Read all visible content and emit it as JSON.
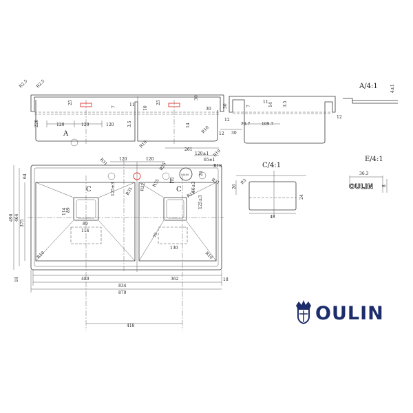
{
  "front_view": {
    "dims": {
      "r25a": "R2.5",
      "r25b": "R2.5",
      "d25a": "25",
      "d25b": "25",
      "d30": "30",
      "d7": "7",
      "d11": "11",
      "d10": "10",
      "h220": "220",
      "s120a": "120",
      "s120b": "120",
      "s120c": "120",
      "d35": "3.5",
      "d14": "14",
      "r10a": "R10",
      "r10b": "R10",
      "d30b": "30",
      "d12": "12"
    },
    "detail_marker": "A"
  },
  "side_view": {
    "dims": {
      "d30": "30",
      "d11": "11",
      "d7": "7",
      "d14": "14",
      "d35": "3.5",
      "d12a": "12",
      "d12b": "12",
      "d30b": "30",
      "w797": "79.7",
      "w1097": "109.7"
    }
  },
  "detail_a": {
    "title": "A/4:1",
    "dim": "4±1"
  },
  "detail_c": {
    "title": "C/4:1",
    "h26": "26",
    "r3": "R3",
    "h24": "24",
    "w48": "48"
  },
  "detail_e": {
    "title": "E/4:1",
    "w363": "36.3",
    "h8": "8",
    "brand_text": "OULIN"
  },
  "plan_view": {
    "dims": {
      "d261": "261",
      "d120pm": "120±1",
      "d65pm": "65±1",
      "r10top": "R10",
      "r10b": "R10",
      "r31a": "R31",
      "r32": "R32",
      "r35a": "R35",
      "r35b": "R35",
      "r25": "R25",
      "r31b": "R31",
      "d120a": "120",
      "d120b": "120",
      "d64": "64",
      "d490": "490",
      "d464": "464",
      "d375": "375",
      "d12553a": "125±3",
      "d12553b": "125±3",
      "d6653": "66±3",
      "d20": "20",
      "r12": "R12",
      "d114a": "114",
      "d89a": "89",
      "d89b": "89",
      "d114b": "114",
      "d70": "70",
      "d130": "130",
      "r10l": "R10",
      "r10r": "R10",
      "d18l": "18",
      "d18r": "18",
      "d480": "480",
      "d362": "362",
      "d834": "834",
      "d870": "870",
      "d418": "418"
    },
    "section_left": "C",
    "section_right": "C",
    "detail_e_marker": "E",
    "plate_label": "OULIN"
  },
  "brand": {
    "name": "OULIN",
    "color": "#1d2d6b",
    "accent_red": "#e0302a"
  }
}
